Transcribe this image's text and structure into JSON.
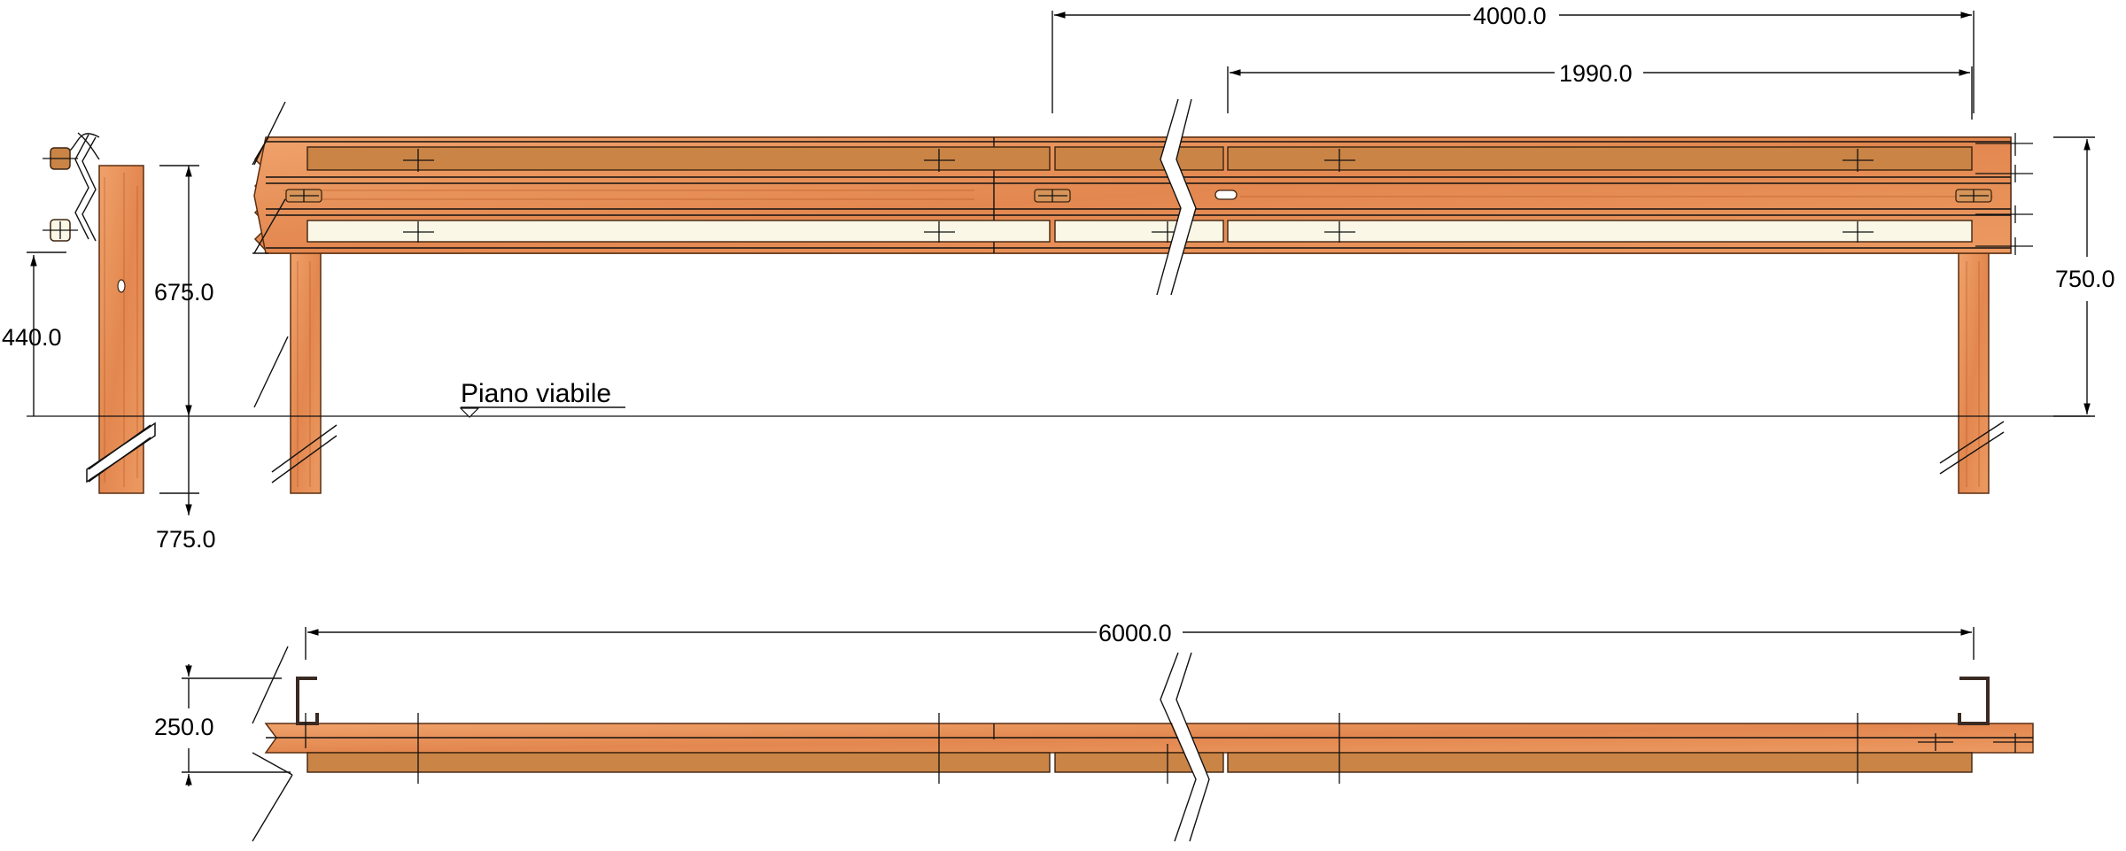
{
  "dimensions": {
    "top_overall": "4000.0",
    "top_spacing": "1990.0",
    "post_height": "675.0",
    "rail_center_height": "440.0",
    "post_embed": "775.0",
    "total_height": "750.0",
    "plan_length": "6000.0",
    "plan_width": "250.0"
  },
  "labels": {
    "road_level": "Piano viabile"
  },
  "colors": {
    "wood_light": "#f0a26b",
    "wood_mid": "#e2874f",
    "wood_dark": "#c46a34",
    "plank": "#c98446",
    "slot": "#fbf7e6",
    "steel": "#3a2a22"
  }
}
